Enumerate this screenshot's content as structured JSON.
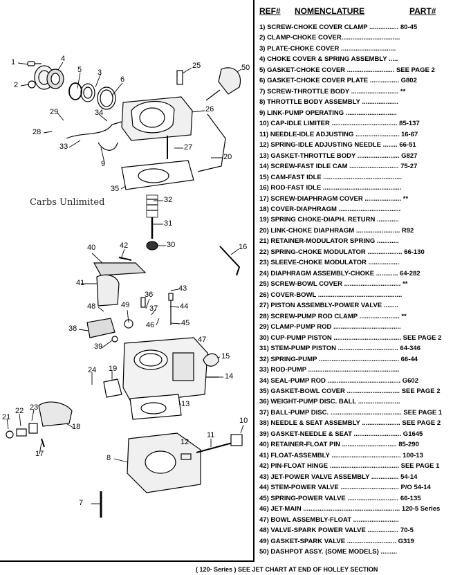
{
  "brand": "Carbs Unlimited",
  "header": {
    "ref": "REF#",
    "nomenclature": "NOMENCLATURE",
    "part": "PART#"
  },
  "parts": [
    "1) SCREW-CHOKE COVER CLAMP ................ 80-45",
    "2) CLAMP-CHOKE COVER................................",
    "3) PLATE-CHOKE COVER ..............................",
    "4) CHOKE COVER & SPRING ASSEMBLY .....",
    "5) GASKET-CHOKE COVER .......................... SEE PAGE 2",
    "6) GASKET-CHOKE COVER PLATE ................ G802",
    "7) SCREW-THROTTLE BODY .......................... **",
    "8) THROTTLE BODY ASSEMBLY ....................",
    "9) LINK-PUMP OPERATING ............................",
    "10) CAP-IDLE LIMITER .................................... 85-137",
    "11) NEEDLE-IDLE ADJUSTING ........................ 16-67",
    "12) SPRING-IDLE ADJUSTING NEEDLE ........ 66-51",
    "13) GASKET-THROTTLE BODY ....................... G827",
    "14) SCREW-FAST IDLE CAM ........................... 75-27",
    "15) CAM-FAST IDLE ...........................................",
    "16) ROD-FAST IDLE ...........................................",
    "17) SCREW-DIAPHRAGM COVER .................... **",
    "18) COVER-DIAPHRAGM ..................................",
    "19) SPRING CHOKE-DIAPH. RETURN ............",
    "20) LINK-CHOKE DIAPHRAGM ........................ R92",
    "21) RETAINER-MODULATOR SPRING ............",
    "22) SPRING-CHOKE MODULATOR ................... 66-130",
    "23) SLEEVE-CHOKE MODULATOR .................",
    "24) DIAPHRAGM ASSEMBLY-CHOKE ............ 64-282",
    "25) SCREW-BOWL COVER ............................... **",
    "26) COVER-BOWL ..............................................",
    "27) PISTON ASSEMBLY-POWER VALVE ........",
    "28) SCREW-PUMP ROD CLAMP ...................... **",
    "29) CLAMP-PUMP ROD .....................................",
    "30) CUP-PUMP PISTON ..................................... SEE PAGE 2",
    "31) STEM-PUMP PISTON ................................. 64-346",
    "32) SPRING-PUMP ............................................ 66-44",
    "33) ROD-PUMP ..................................................",
    "34) SEAL-PUMP ROD ........................................ G602",
    "35) GASKET-BOWL COVER ............................. SEE PAGE 2",
    "36) WEIGHT-PUMP DISC. BALL .......................",
    "37) BALL-PUMP DISC. ....................................... SEE PAGE 1",
    "38) NEEDLE & SEAT ASSEMBLY ..................... SEE PAGE 2",
    "39) GASKET-NEEDLE & SEAT .......................... G1645",
    "40) RETAINER-FLOAT PIN .............................. 85-290",
    "41) FLOAT-ASSEMBLY ...................................... 100-13",
    "42) PIN-FLOAT HINGE ...................................... SEE PAGE 1",
    "43) JET-POWER VALVE ASSEMBLY ............... 54-14",
    "44) STEM-POWER VALVE ................................ P/O 54-14",
    "45) SPRING-POWER VALVE ............................ 66-135",
    "46) JET-MAIN ..................................................... 120-5 Series",
    "47) BOWL ASSEMBLY-FLOAT .........................",
    "48) VALVE-SPARK POWER VALVE ................. 70-5",
    "49) GASKET-SPARK VALVE ........................... G319",
    "50) DASHPOT ASSY. (SOME MODELS) ........."
  ],
  "footer": "( 120- Series ) SEE JET CHART AT END OF HOLLEY SECTION",
  "callouts": [
    "1",
    "2",
    "3",
    "4",
    "5",
    "6",
    "7",
    "8",
    "9",
    "10",
    "11",
    "12",
    "13",
    "14",
    "15",
    "16",
    "17",
    "18",
    "19",
    "20",
    "21",
    "22",
    "23",
    "24",
    "25",
    "26",
    "27",
    "28",
    "29",
    "30",
    "31",
    "32",
    "33",
    "34",
    "35",
    "36",
    "37",
    "38",
    "39",
    "40",
    "41",
    "42",
    "43",
    "44",
    "45",
    "46",
    "47",
    "48",
    "49",
    "50"
  ]
}
